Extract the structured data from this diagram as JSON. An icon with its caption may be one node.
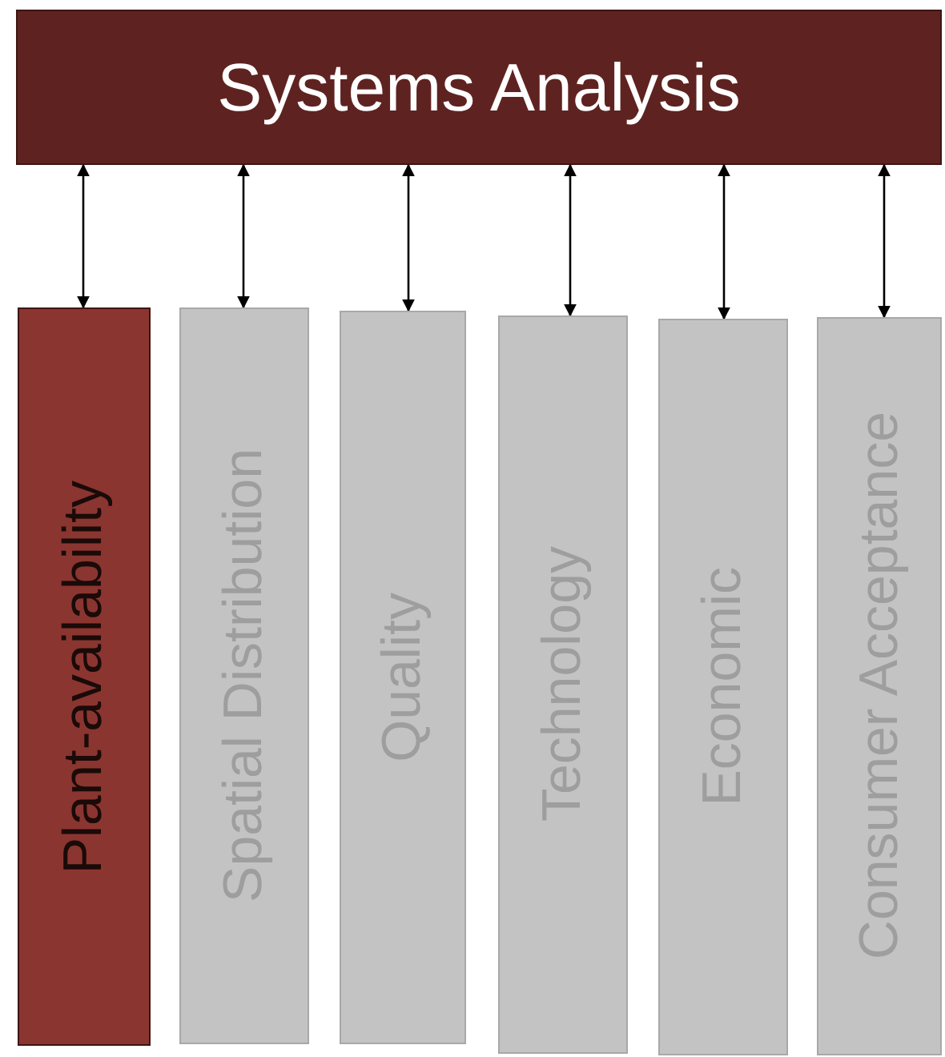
{
  "diagram": {
    "nodes": [
      {
        "text": [
          "Systems Analysis"
        ]
      },
      {
        "text": [
          "Plant-availability"
        ]
      },
      {
        "text": [
          "Spatial Distribution"
        ]
      },
      {
        "text": [
          "Quality"
        ]
      },
      {
        "text": [
          "Technology"
        ]
      },
      {
        "text": [
          "Economic"
        ]
      },
      {
        "text": [
          "Consumer Acceptance"
        ]
      }
    ],
    "edges": [
      {
        "from": 0,
        "to": 1,
        "arrow": "both"
      },
      {
        "from": 0,
        "to": 2,
        "arrow": "both"
      },
      {
        "from": 0,
        "to": 3,
        "arrow": "both"
      },
      {
        "from": 0,
        "to": 4,
        "arrow": "both"
      },
      {
        "from": 0,
        "to": 5,
        "arrow": "both"
      },
      {
        "from": 0,
        "to": 6,
        "arrow": "both"
      }
    ]
  }
}
